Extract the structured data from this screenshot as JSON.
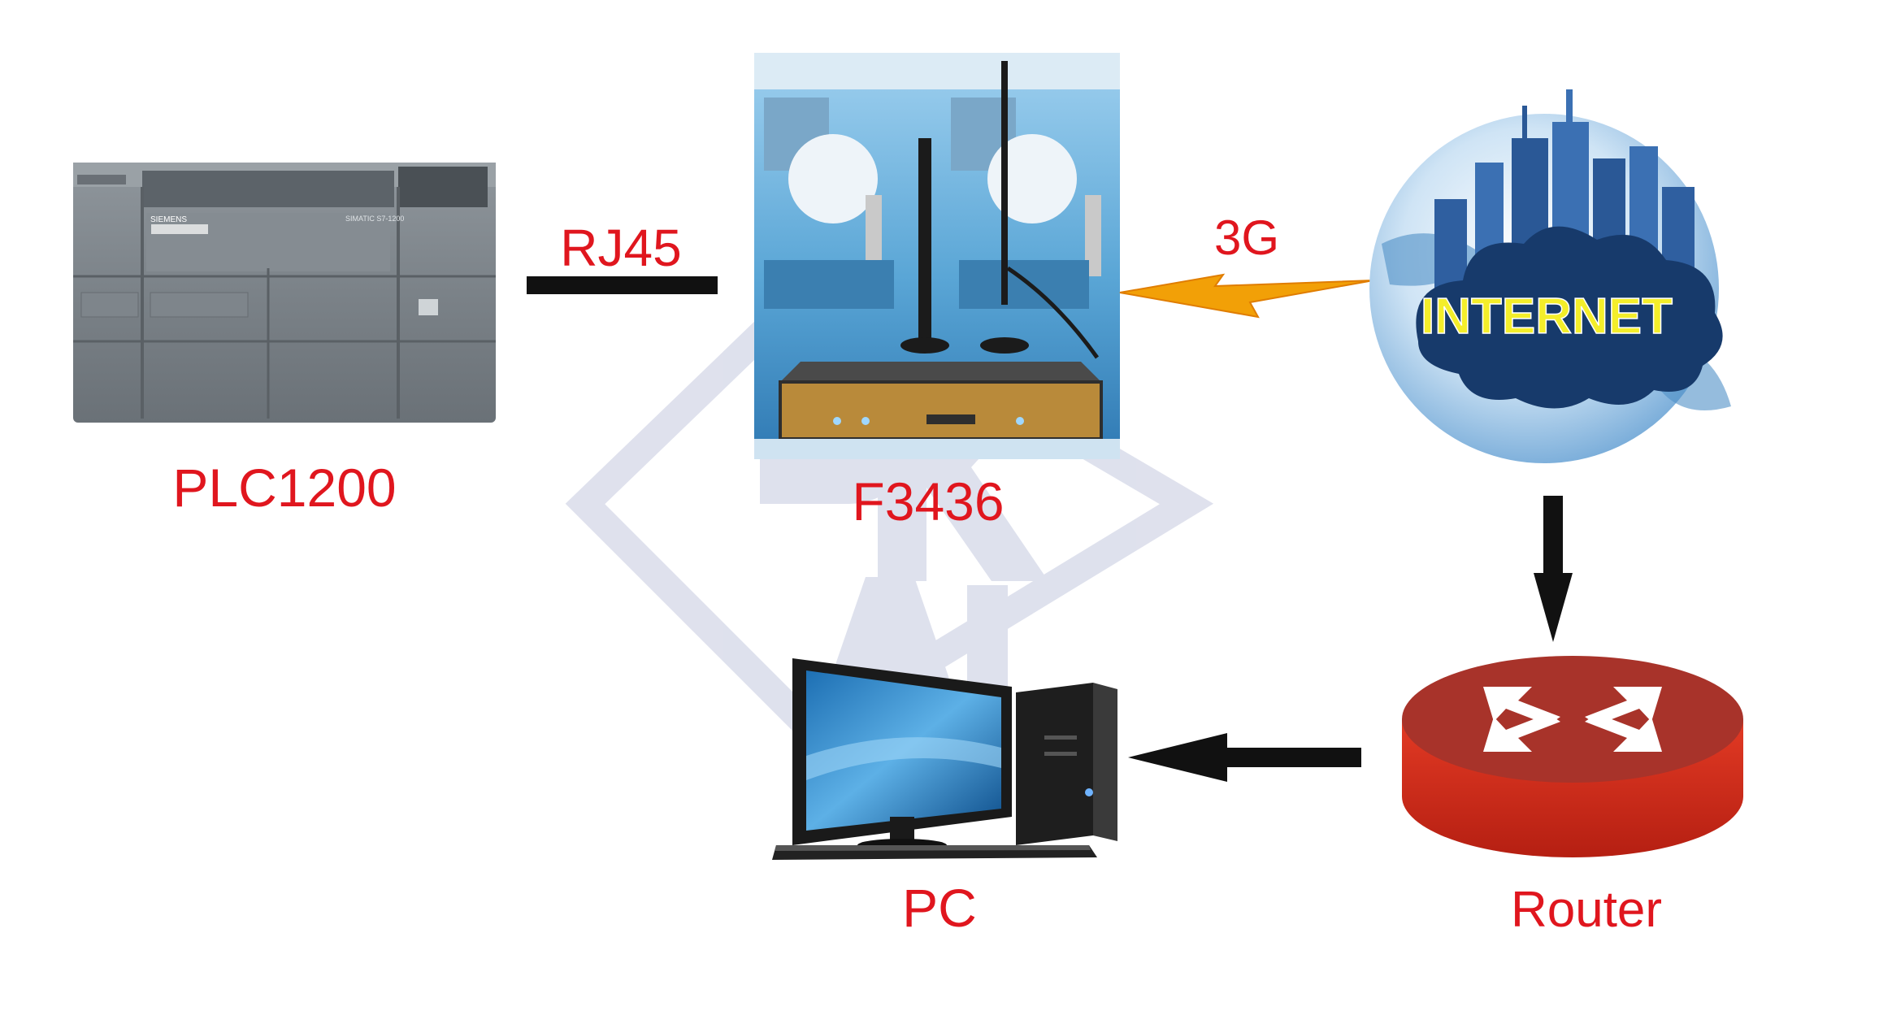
{
  "nodes": {
    "plc": {
      "label": "PLC1200",
      "brand": "SIEMENS",
      "model": "SIMATIC S7-1200"
    },
    "gateway": {
      "label": "F3436"
    },
    "internet": {
      "label": "INTERNET"
    },
    "router": {
      "label": "Router"
    },
    "pc": {
      "label": "PC"
    }
  },
  "links": {
    "plc_to_gateway": {
      "label": "RJ45"
    },
    "gateway_to_internet": {
      "label": "3G"
    }
  },
  "colors": {
    "label_red": "#e0161e",
    "link_black": "#111111",
    "bolt_orange": "#f2a007",
    "internet_text": "#f4ee2a",
    "router_red": "#d6321e",
    "watermark": "#d9dcea"
  }
}
